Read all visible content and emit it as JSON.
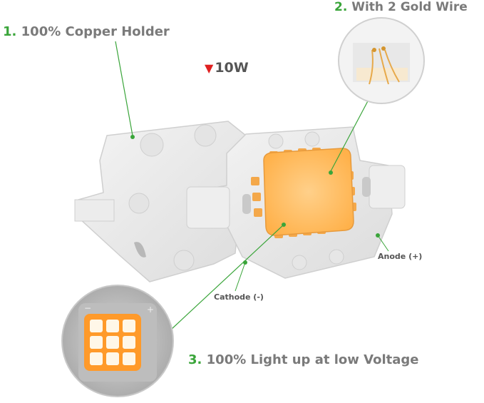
{
  "callouts": {
    "copper": {
      "num": "1.",
      "text": "100% Copper Holder"
    },
    "gold": {
      "num": "2.",
      "text": "With 2 Gold Wire"
    },
    "light": {
      "num": "3.",
      "text": "100% Light up at low Voltage"
    }
  },
  "power": {
    "symbol": "▼",
    "text": "10W"
  },
  "terminals": {
    "anode": "Anode (+)",
    "cathode": "Cathode (-)"
  },
  "colors": {
    "accent_green": "#3aa53a",
    "label_gray": "#7a7a7a",
    "led_orange": "#ffb347",
    "arrow_red": "#e02020"
  }
}
